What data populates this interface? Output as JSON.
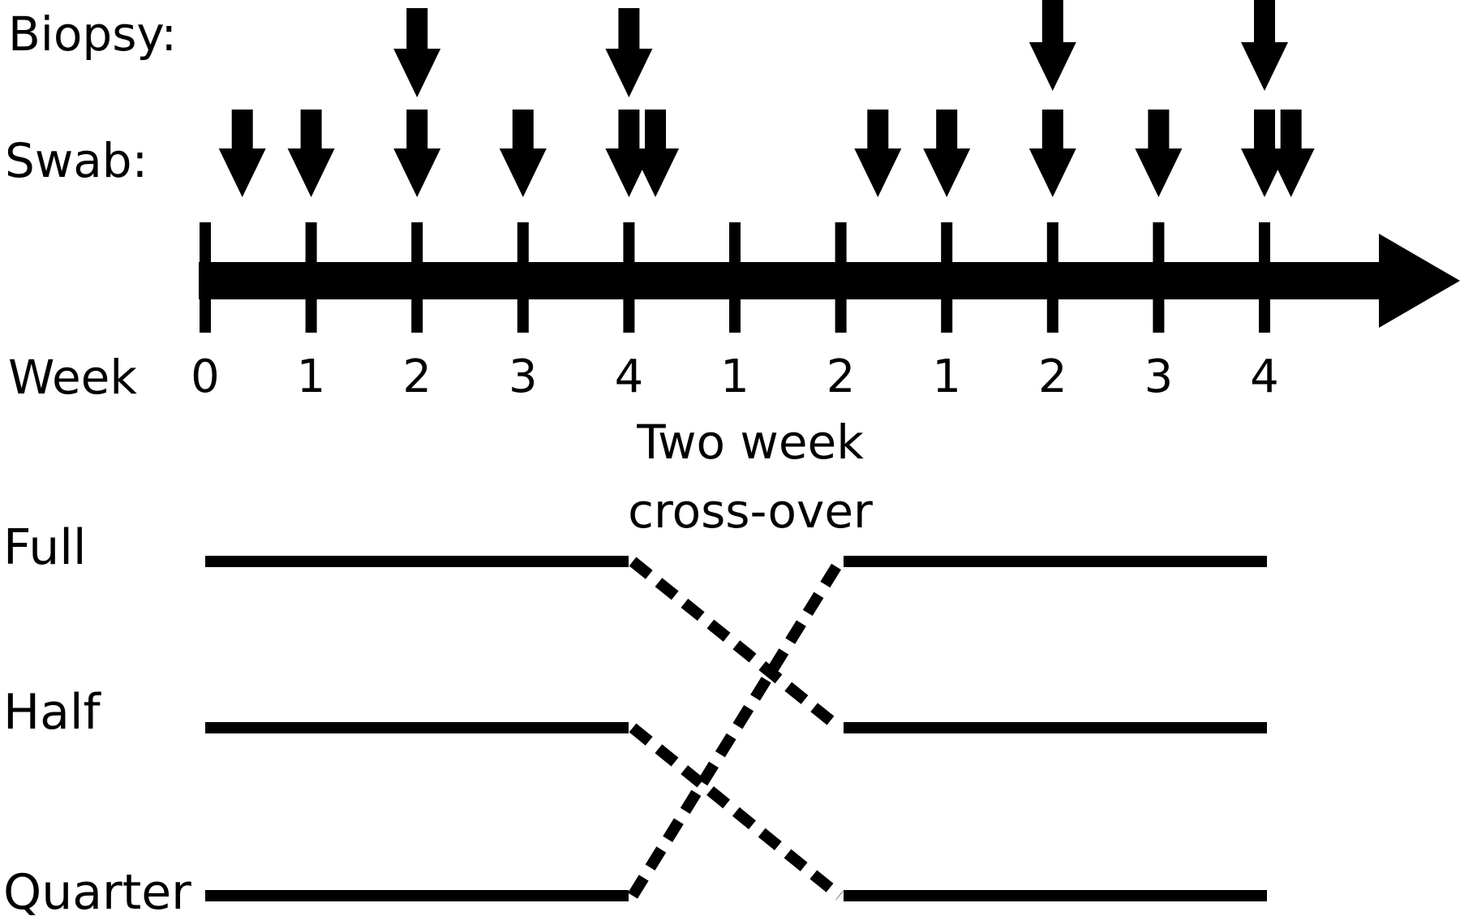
{
  "labels": {
    "biopsy": "Biopsy:",
    "swab": "Swab:",
    "week": "Week",
    "crossover_line1": "Two week",
    "crossover_line2": "cross-over"
  },
  "week_ticks": [
    "0",
    "1",
    "2",
    "3",
    "4",
    "1",
    "2",
    "1",
    "2",
    "3",
    "4"
  ],
  "biopsy_at_ticks": [
    2,
    4,
    8,
    10
  ],
  "swab_at_ticks": [
    0.35,
    1,
    2,
    3,
    4,
    4.25,
    6.35,
    7,
    8,
    9,
    10,
    10.25
  ],
  "dose_groups": [
    "Full",
    "Half",
    "Quarter"
  ],
  "crossover": [
    {
      "from": "Full",
      "to": "Half"
    },
    {
      "from": "Half",
      "to": "Quarter"
    },
    {
      "from": "Quarter",
      "to": "Full"
    }
  ],
  "colors": {
    "ink": "#000000",
    "background": "#ffffff"
  }
}
